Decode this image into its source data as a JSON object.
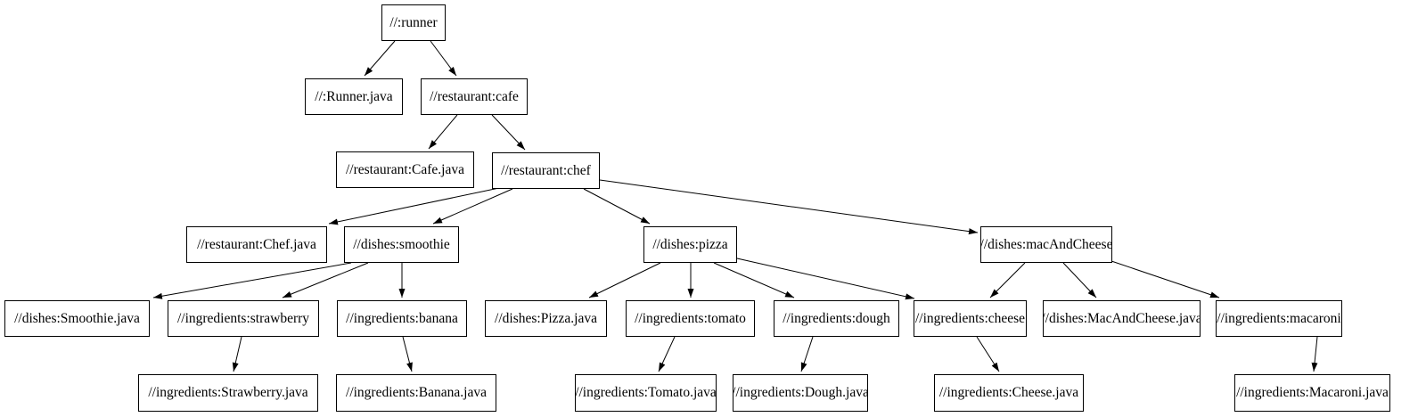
{
  "diagram": {
    "kind": "build-dependency-graph",
    "background_color": "#ffffff",
    "node_fill_color": "#ffffff",
    "node_border_color": "#000000",
    "edge_color": "#000000",
    "text_color": "#000000",
    "nodes": [
      {
        "id": "runner",
        "label": "//:runner"
      },
      {
        "id": "runner-java",
        "label": "//:Runner.java"
      },
      {
        "id": "cafe",
        "label": "//restaurant:cafe"
      },
      {
        "id": "cafe-java",
        "label": "//restaurant:Cafe.java"
      },
      {
        "id": "chef",
        "label": "//restaurant:chef"
      },
      {
        "id": "chef-java",
        "label": "//restaurant:Chef.java"
      },
      {
        "id": "smoothie",
        "label": "//dishes:smoothie"
      },
      {
        "id": "pizza",
        "label": "//dishes:pizza"
      },
      {
        "id": "mac-and-cheese",
        "label": "//dishes:macAndCheese"
      },
      {
        "id": "smoothie-java",
        "label": "//dishes:Smoothie.java"
      },
      {
        "id": "strawberry",
        "label": "//ingredients:strawberry"
      },
      {
        "id": "banana",
        "label": "//ingredients:banana"
      },
      {
        "id": "pizza-java",
        "label": "//dishes:Pizza.java"
      },
      {
        "id": "tomato",
        "label": "//ingredients:tomato"
      },
      {
        "id": "dough",
        "label": "//ingredients:dough"
      },
      {
        "id": "cheese",
        "label": "//ingredients:cheese"
      },
      {
        "id": "mac-and-cheese-java",
        "label": "//dishes:MacAndCheese.java"
      },
      {
        "id": "macaroni",
        "label": "//ingredients:macaroni"
      },
      {
        "id": "strawberry-java",
        "label": "//ingredients:Strawberry.java"
      },
      {
        "id": "banana-java",
        "label": "//ingredients:Banana.java"
      },
      {
        "id": "tomato-java",
        "label": "//ingredients:Tomato.java"
      },
      {
        "id": "dough-java",
        "label": "//ingredients:Dough.java"
      },
      {
        "id": "cheese-java",
        "label": "//ingredients:Cheese.java"
      },
      {
        "id": "macaroni-java",
        "label": "//ingredients:Macaroni.java"
      }
    ],
    "edges": [
      {
        "from": "//:runner",
        "to": "//:Runner.java"
      },
      {
        "from": "//:runner",
        "to": "//restaurant:cafe"
      },
      {
        "from": "//restaurant:cafe",
        "to": "//restaurant:Cafe.java"
      },
      {
        "from": "//restaurant:cafe",
        "to": "//restaurant:chef"
      },
      {
        "from": "//restaurant:chef",
        "to": "//restaurant:Chef.java"
      },
      {
        "from": "//restaurant:chef",
        "to": "//dishes:smoothie"
      },
      {
        "from": "//restaurant:chef",
        "to": "//dishes:pizza"
      },
      {
        "from": "//restaurant:chef",
        "to": "//dishes:macAndCheese"
      },
      {
        "from": "//dishes:smoothie",
        "to": "//dishes:Smoothie.java"
      },
      {
        "from": "//dishes:smoothie",
        "to": "//ingredients:strawberry"
      },
      {
        "from": "//dishes:smoothie",
        "to": "//ingredients:banana"
      },
      {
        "from": "//ingredients:strawberry",
        "to": "//ingredients:Strawberry.java"
      },
      {
        "from": "//ingredients:banana",
        "to": "//ingredients:Banana.java"
      },
      {
        "from": "//dishes:pizza",
        "to": "//dishes:Pizza.java"
      },
      {
        "from": "//dishes:pizza",
        "to": "//ingredients:tomato"
      },
      {
        "from": "//dishes:pizza",
        "to": "//ingredients:dough"
      },
      {
        "from": "//dishes:pizza",
        "to": "//ingredients:cheese"
      },
      {
        "from": "//dishes:macAndCheese",
        "to": "//ingredients:cheese"
      },
      {
        "from": "//dishes:macAndCheese",
        "to": "//dishes:MacAndCheese.java"
      },
      {
        "from": "//dishes:macAndCheese",
        "to": "//ingredients:macaroni"
      },
      {
        "from": "//ingredients:tomato",
        "to": "//ingredients:Tomato.java"
      },
      {
        "from": "//ingredients:dough",
        "to": "//ingredients:Dough.java"
      },
      {
        "from": "//ingredients:cheese",
        "to": "//ingredients:Cheese.java"
      },
      {
        "from": "//ingredients:macaroni",
        "to": "//ingredients:Macaroni.java"
      }
    ]
  }
}
